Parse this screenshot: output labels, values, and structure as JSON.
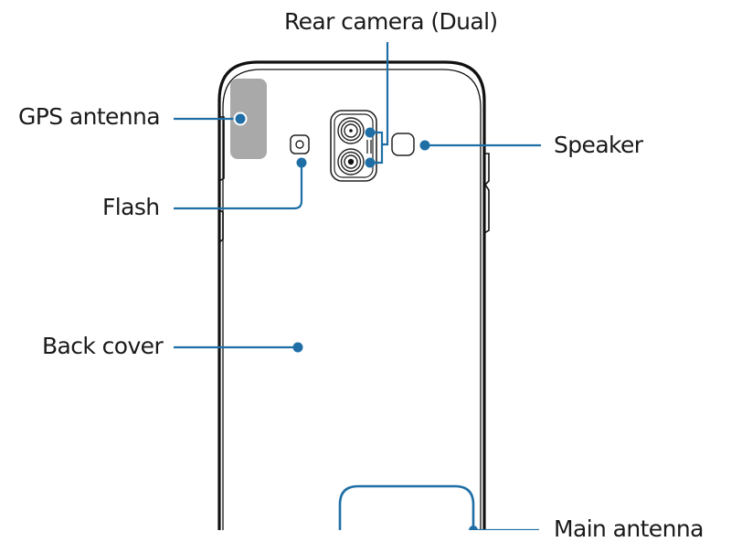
{
  "diagram": {
    "title": "Phone rear view",
    "accent_color": "#1f6fa6",
    "outline_color": "#111111",
    "gps_area_color": "#a9a9a9",
    "labels": {
      "rear_camera": "Rear camera (Dual)",
      "gps_antenna": "GPS antenna",
      "speaker": "Speaker",
      "flash": "Flash",
      "back_cover": "Back cover",
      "main_antenna": "Main antenna"
    }
  }
}
